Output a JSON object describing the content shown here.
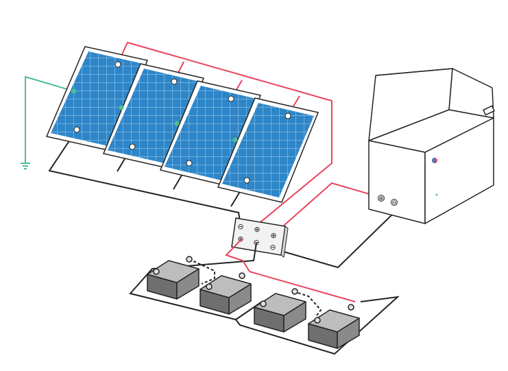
{
  "diagram": {
    "symbols": {
      "positive": "⊕",
      "negative": "⊖"
    },
    "colors": {
      "positive_wire": "#e8435c",
      "negative_wire": "#222222",
      "ground_wire": "#4dbf8f",
      "panel_cell": "#2e86c8",
      "panel_frame": "#ffffff",
      "battery_body": "#8a8a8a",
      "battery_top": "#bdbdbd",
      "appliance_body": "#ffffff",
      "controller_body": "#f2f2f2"
    },
    "components": {
      "solar_panels": 4,
      "batteries": 4,
      "charge_controller_terminals": 6,
      "appliance": "chest-freezer-icon",
      "ground": "ground-icon"
    }
  }
}
